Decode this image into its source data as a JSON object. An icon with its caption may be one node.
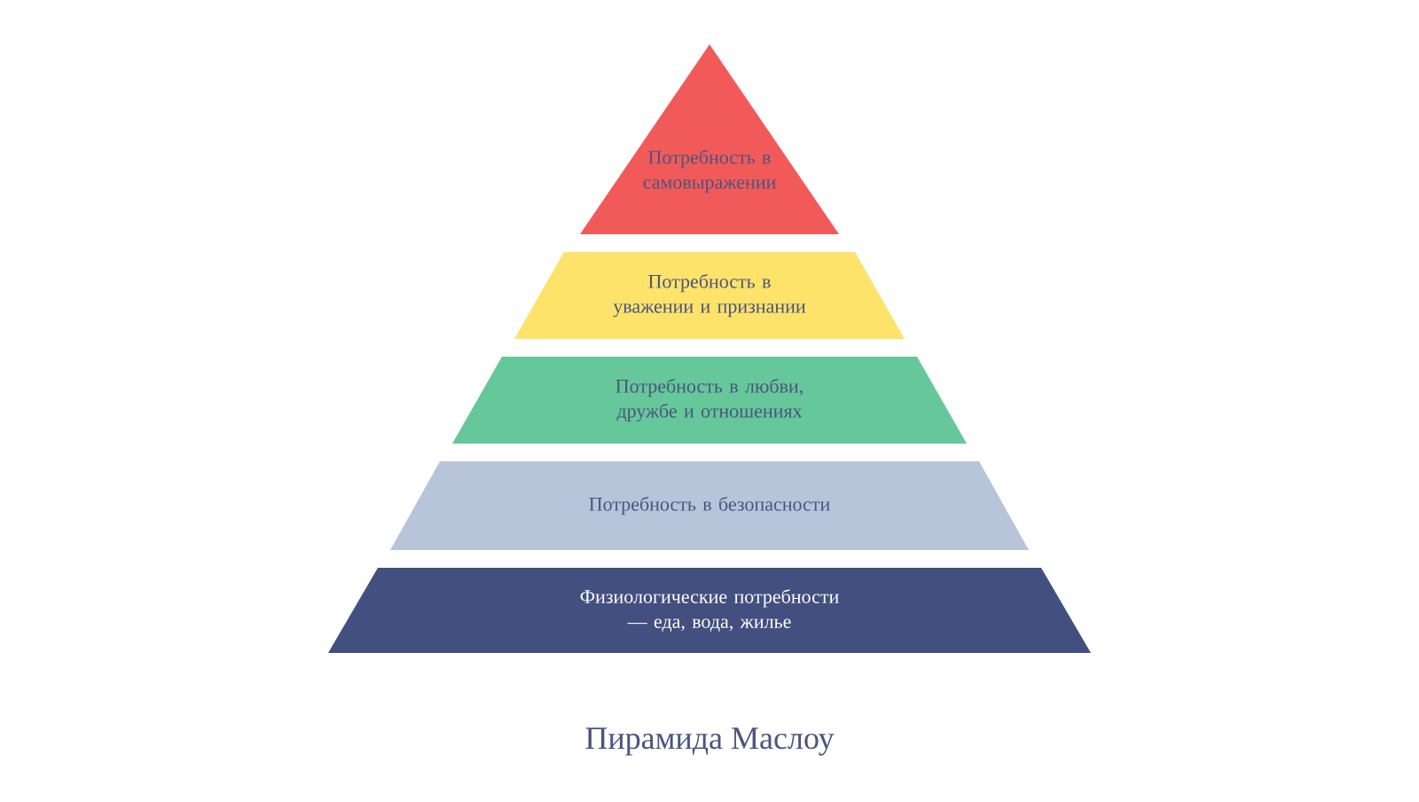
{
  "diagram": {
    "caption": "Пирамида Маслоу",
    "nodes": [
      {
        "text": [
          "Потребность в самовыражении"
        ]
      },
      {
        "text": [
          "Потребность в уважении и признании"
        ]
      },
      {
        "text": [
          "Потребность в любви, дружбе и отношениях"
        ]
      },
      {
        "text": [
          "Потребность в безопасности"
        ]
      },
      {
        "text": [
          "Физиологические потребности — еда, вода, жилье"
        ]
      }
    ]
  }
}
